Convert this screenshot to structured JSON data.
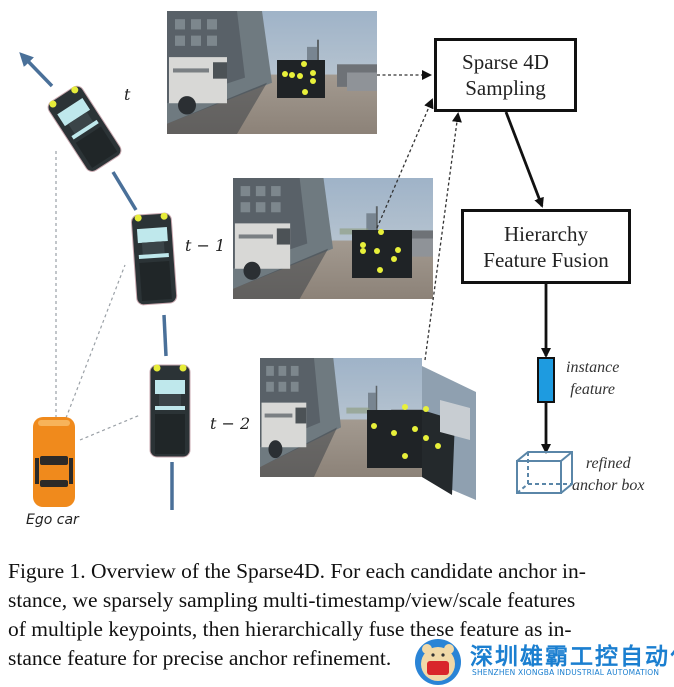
{
  "figure": {
    "time_labels": {
      "t": "t",
      "t_minus_1": "t − 1",
      "t_minus_2": "t − 2"
    },
    "ego_car_label": "Ego car",
    "boxes": {
      "sparse_sampling": [
        "Sparse 4D",
        "Sampling"
      ],
      "hierarchy_fusion": [
        "Hierarchy",
        "Feature Fusion"
      ]
    },
    "instance_feature_label": [
      "instance",
      "feature"
    ],
    "refined_anchor_label": [
      "refined",
      "anchor box"
    ],
    "colors": {
      "trajectory": "#4a7099",
      "keypoint": "#e8f03a",
      "instance_feature": "#1e9be0",
      "anchor_box": "#5a86a8",
      "ego_car": "#f08a1c",
      "target_car": "#2b3336"
    }
  },
  "caption": {
    "lines": [
      "Figure 1. Overview of the Sparse4D. For each candidate anchor in-",
      "stance, we sparsely sampling multi-timestamp/view/scale features",
      "of multiple keypoints, then hierarchically fuse these feature as in-",
      "stance feature for precise anchor refinement."
    ]
  },
  "watermark": {
    "chinese": "深圳雄霸工控自动化",
    "english": "SHENZHEN XIONGBA INDUSTRIAL AUTOMATION"
  }
}
